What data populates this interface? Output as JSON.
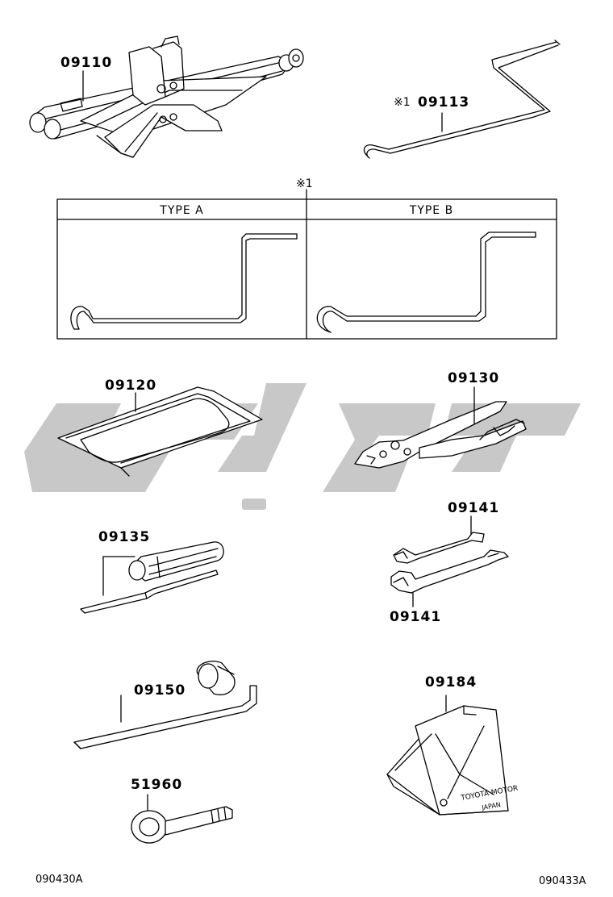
{
  "parts": {
    "jack": "09110",
    "jack_handle": "09113",
    "jack_handle_note": "※1",
    "tool_bag": "09120",
    "pliers": "09130",
    "screwdriver": "09135",
    "wrench_top": "09141",
    "wrench_bottom": "09141",
    "wheel_nut_wrench": "09150",
    "towing_eye": "51960",
    "triangle": "09184"
  },
  "type_table": {
    "note": "※1",
    "col_a": "TYPE  A",
    "col_b": "TYPE  B"
  },
  "triangle_print": {
    "line1": "TOYOTA MOTOR",
    "line2": "JAPAN"
  },
  "footer": {
    "left_code": "090430A",
    "right_code": "090433A"
  },
  "colors": {
    "line": "#000000",
    "watermark": "#c8c8c8"
  }
}
